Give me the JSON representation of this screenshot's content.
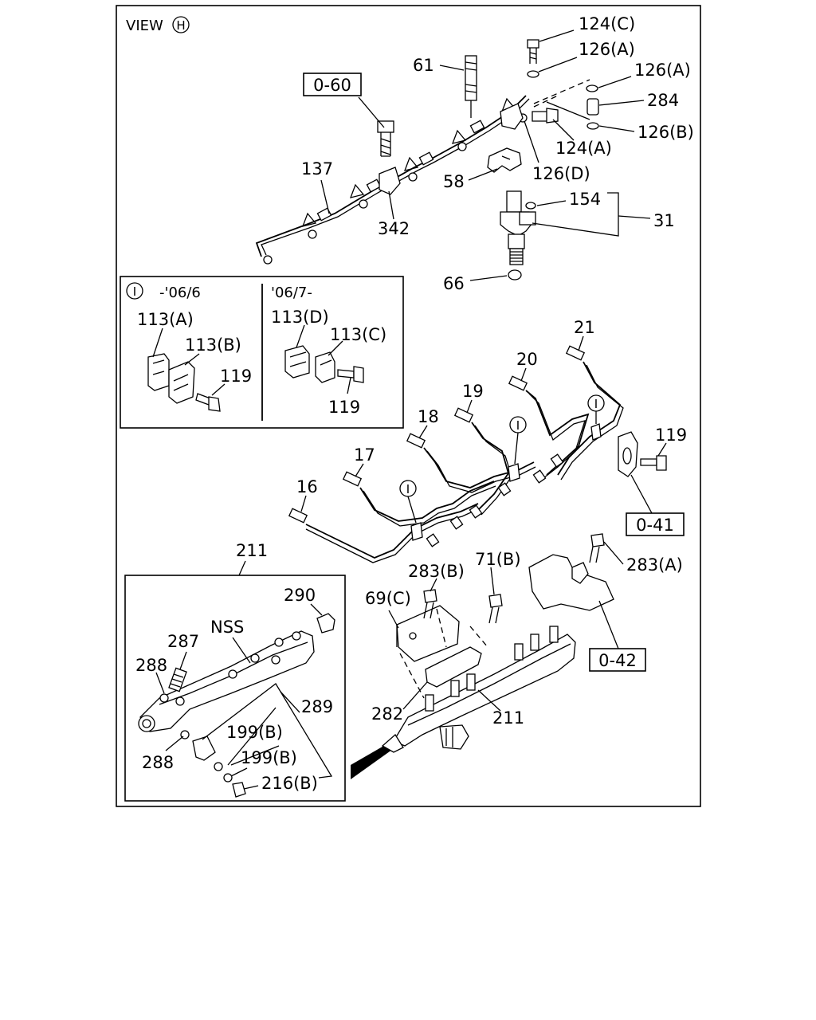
{
  "view_label": "VIEW",
  "view_letter": "H",
  "inset_top": {
    "marker": "I",
    "left_header": "-'06/6",
    "right_header": "'06/7-"
  },
  "inset_marker_letter": "I",
  "refs": {
    "r060": "0-60",
    "r041": "0-41",
    "r042": "0-42"
  },
  "labels": {
    "p124C": "124(C)",
    "p126A_1": "126(A)",
    "p126A_2": "126(A)",
    "p284": "284",
    "p126B": "126(B)",
    "p124A": "124(A)",
    "p126D": "126(D)",
    "p61": "61",
    "p58": "58",
    "p137": "137",
    "p342": "342",
    "p154": "154",
    "p31": "31",
    "p66": "66",
    "p113A": "113(A)",
    "p113B": "113(B)",
    "p119_a": "119",
    "p113D": "113(D)",
    "p113C": "113(C)",
    "p119_b": "119",
    "p21": "21",
    "p20": "20",
    "p19": "19",
    "p18": "18",
    "p17": "17",
    "p16": "16",
    "p119_c": "119",
    "p211_top": "211",
    "p290": "290",
    "pNSS": "NSS",
    "p287": "287",
    "p288_a": "288",
    "p288_b": "288",
    "p289": "289",
    "p199B_a": "199(B)",
    "p199B_b": "199(B)",
    "p216B": "216(B)",
    "p283B": "283(B)",
    "p71B": "71(B)",
    "p283A": "283(A)",
    "p69C": "69(C)",
    "p282": "282",
    "p211_main": "211"
  }
}
